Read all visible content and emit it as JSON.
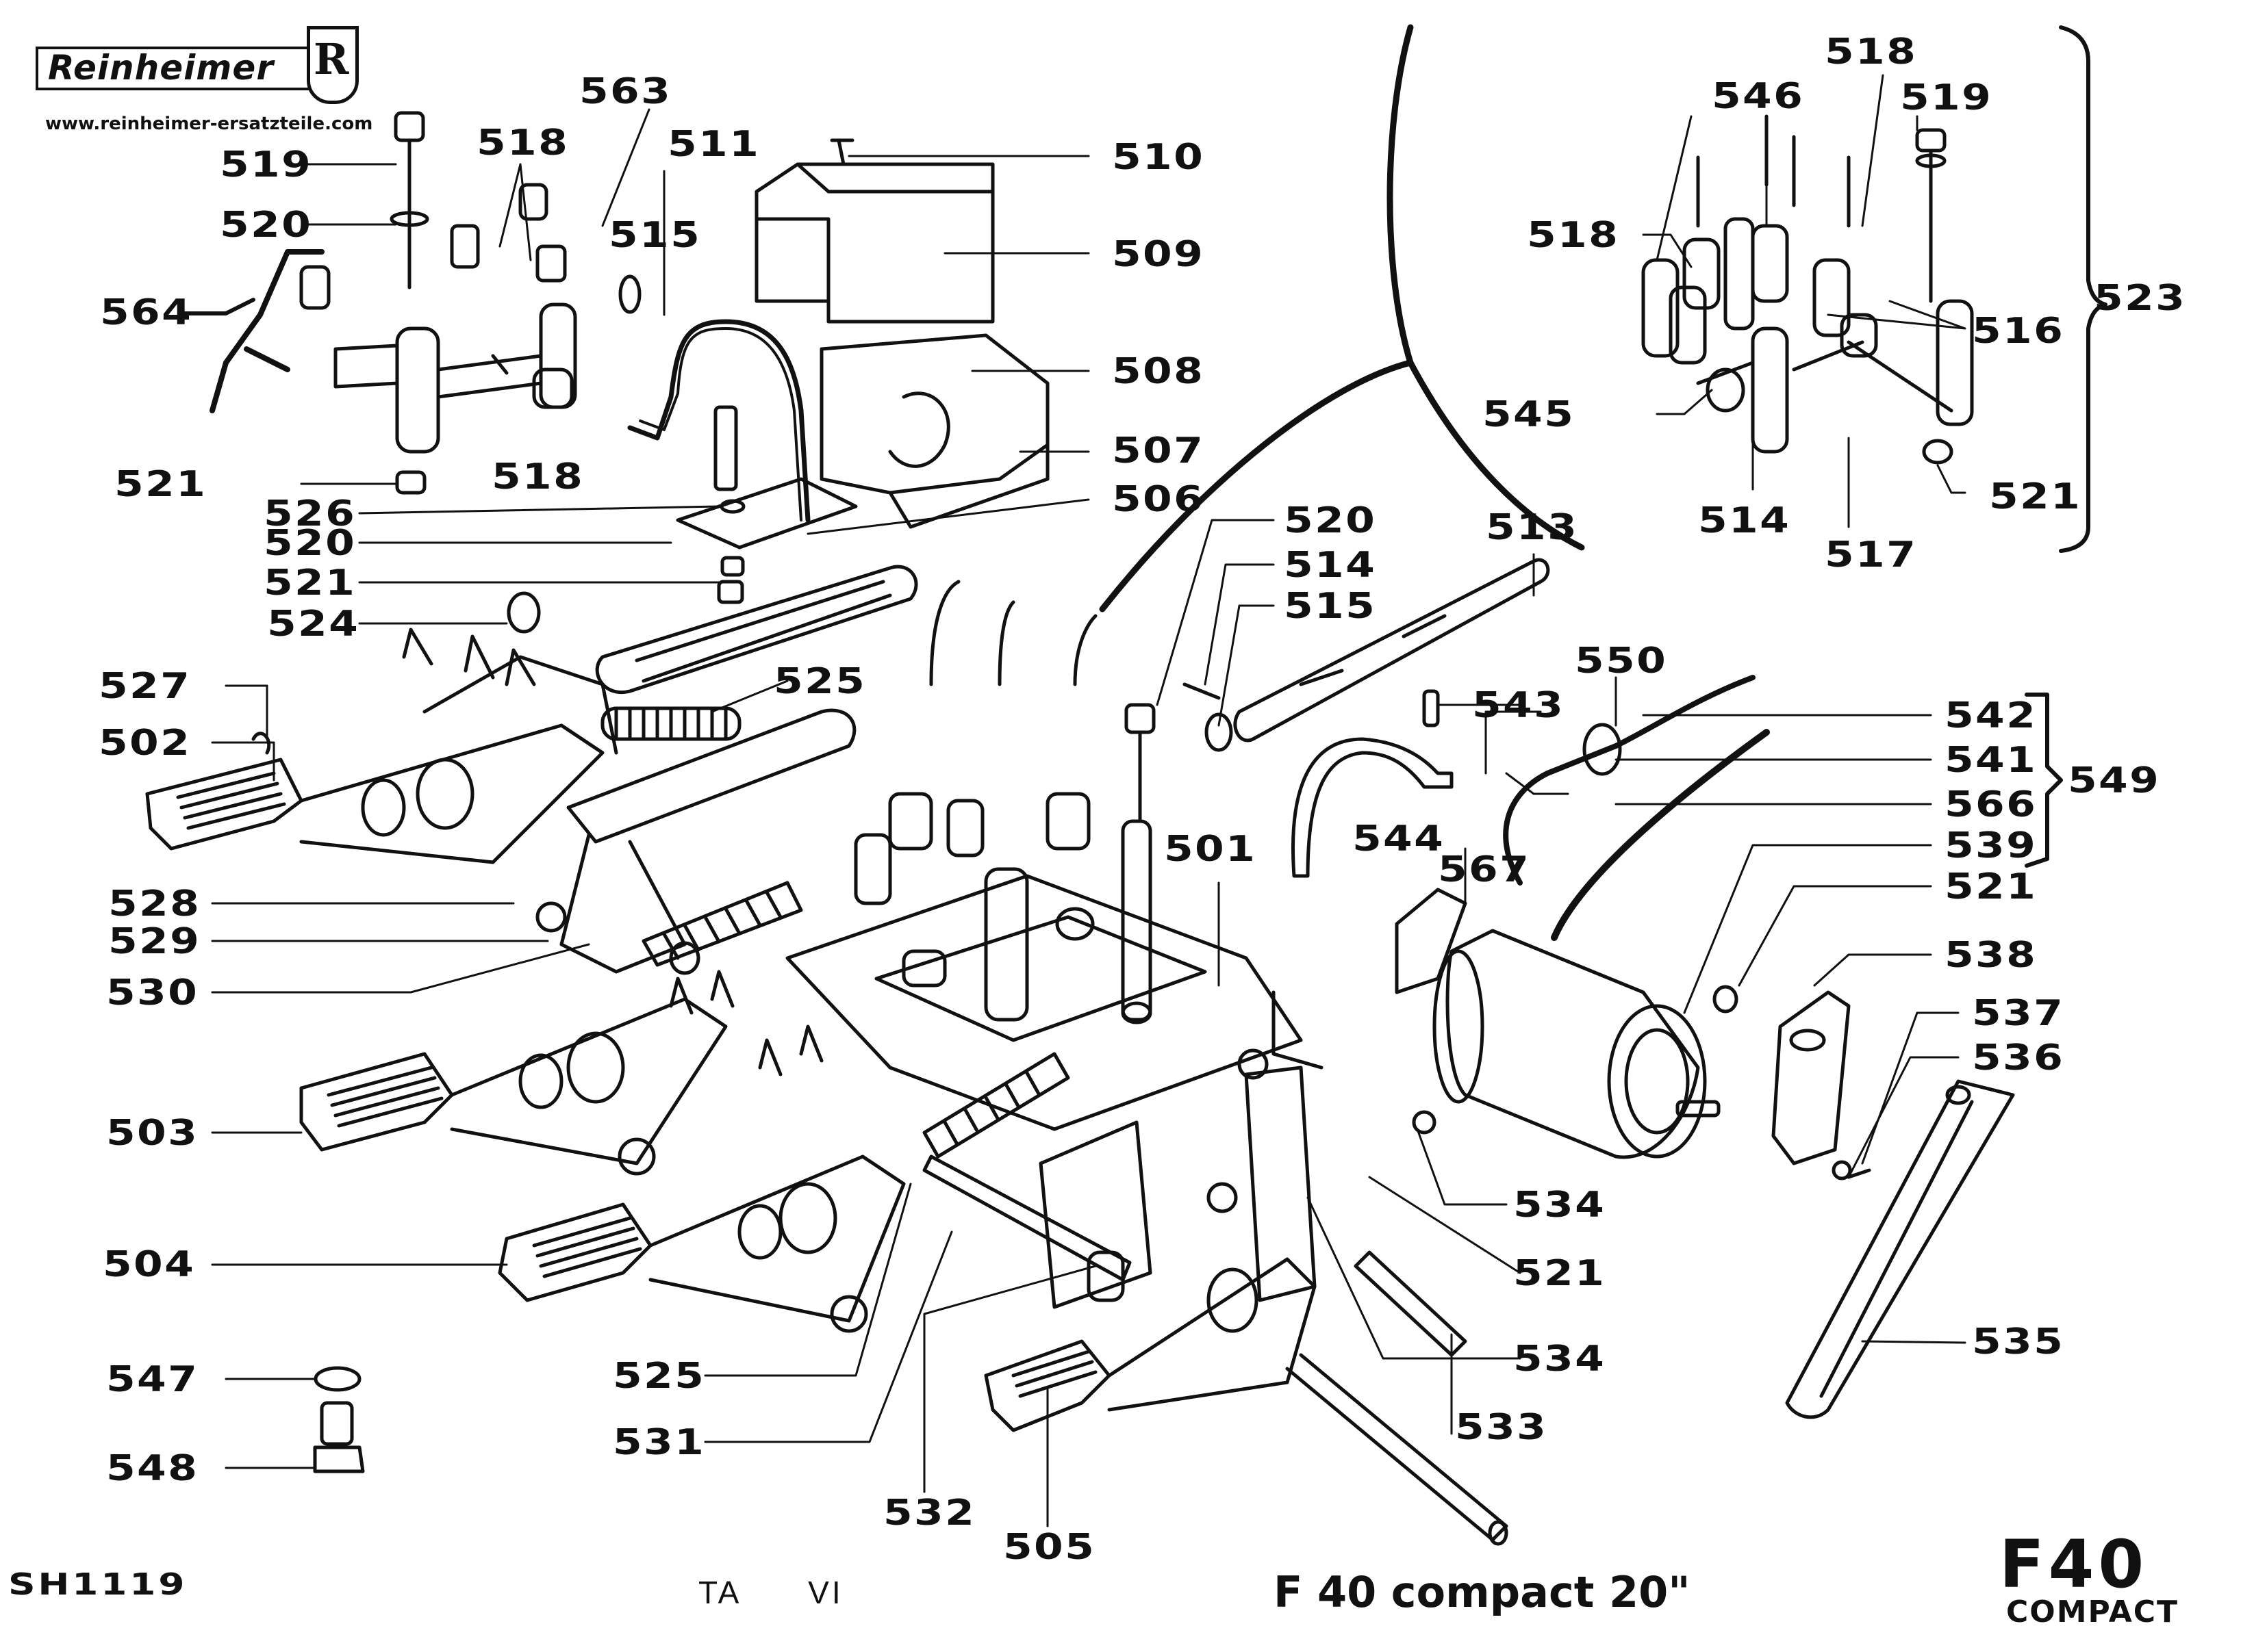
{
  "header": {
    "brand": "Reinheimer",
    "brand_mark": "R",
    "website": "www.reinheimer-ersatzteile.com"
  },
  "diagram": {
    "title": "F 40 compact 20\"",
    "sheet_code": "SH1119",
    "section_codes": [
      "TA",
      "VI"
    ],
    "model_badge": {
      "line1": "F40",
      "line2": "COMPACT"
    },
    "groups": [
      {
        "id": "523",
        "members": [
          "518",
          "546",
          "519",
          "516",
          "545",
          "514",
          "517",
          "521"
        ]
      },
      {
        "id": "549",
        "members": [
          "542",
          "541",
          "566",
          "539"
        ]
      }
    ],
    "labels": [
      {
        "id": "563",
        "text": "563"
      },
      {
        "id": "518",
        "text": "518"
      },
      {
        "id": "511",
        "text": "511"
      },
      {
        "id": "510",
        "text": "510"
      },
      {
        "id": "519",
        "text": "519"
      },
      {
        "id": "520",
        "text": "520"
      },
      {
        "id": "515",
        "text": "515"
      },
      {
        "id": "509",
        "text": "509"
      },
      {
        "id": "564",
        "text": "564"
      },
      {
        "id": "508",
        "text": "508"
      },
      {
        "id": "507",
        "text": "507"
      },
      {
        "id": "518",
        "text": "518"
      },
      {
        "id": "521",
        "text": "521"
      },
      {
        "id": "506",
        "text": "506"
      },
      {
        "id": "526",
        "text": "526"
      },
      {
        "id": "520",
        "text": "520"
      },
      {
        "id": "521",
        "text": "521"
      },
      {
        "id": "524",
        "text": "524"
      },
      {
        "id": "527",
        "text": "527"
      },
      {
        "id": "502",
        "text": "502"
      },
      {
        "id": "525",
        "text": "525"
      },
      {
        "id": "520",
        "text": "520"
      },
      {
        "id": "514",
        "text": "514"
      },
      {
        "id": "515",
        "text": "515"
      },
      {
        "id": "513",
        "text": "513"
      },
      {
        "id": "550",
        "text": "550"
      },
      {
        "id": "543",
        "text": "543"
      },
      {
        "id": "544",
        "text": "544"
      },
      {
        "id": "501",
        "text": "501"
      },
      {
        "id": "567",
        "text": "567"
      },
      {
        "id": "528",
        "text": "528"
      },
      {
        "id": "529",
        "text": "529"
      },
      {
        "id": "530",
        "text": "530"
      },
      {
        "id": "503",
        "text": "503"
      },
      {
        "id": "504",
        "text": "504"
      },
      {
        "id": "547",
        "text": "547"
      },
      {
        "id": "548",
        "text": "548"
      },
      {
        "id": "525",
        "text": "525"
      },
      {
        "id": "531",
        "text": "531"
      },
      {
        "id": "532",
        "text": "532"
      },
      {
        "id": "505",
        "text": "505"
      },
      {
        "id": "533",
        "text": "533"
      },
      {
        "id": "534",
        "text": "534"
      },
      {
        "id": "521",
        "text": "521"
      },
      {
        "id": "534",
        "text": "534"
      },
      {
        "id": "535",
        "text": "535"
      },
      {
        "id": "536",
        "text": "536"
      },
      {
        "id": "537",
        "text": "537"
      },
      {
        "id": "538",
        "text": "538"
      },
      {
        "id": "521",
        "text": "521"
      },
      {
        "id": "539",
        "text": "539"
      },
      {
        "id": "566",
        "text": "566"
      },
      {
        "id": "541",
        "text": "541"
      },
      {
        "id": "542",
        "text": "542"
      },
      {
        "id": "549",
        "text": "549"
      },
      {
        "id": "518",
        "text": "518"
      },
      {
        "id": "546",
        "text": "546"
      },
      {
        "id": "519",
        "text": "519"
      },
      {
        "id": "518",
        "text": "518"
      },
      {
        "id": "523",
        "text": "523"
      },
      {
        "id": "516",
        "text": "516"
      },
      {
        "id": "545",
        "text": "545"
      },
      {
        "id": "514",
        "text": "514"
      },
      {
        "id": "517",
        "text": "517"
      },
      {
        "id": "521",
        "text": "521"
      }
    ]
  }
}
